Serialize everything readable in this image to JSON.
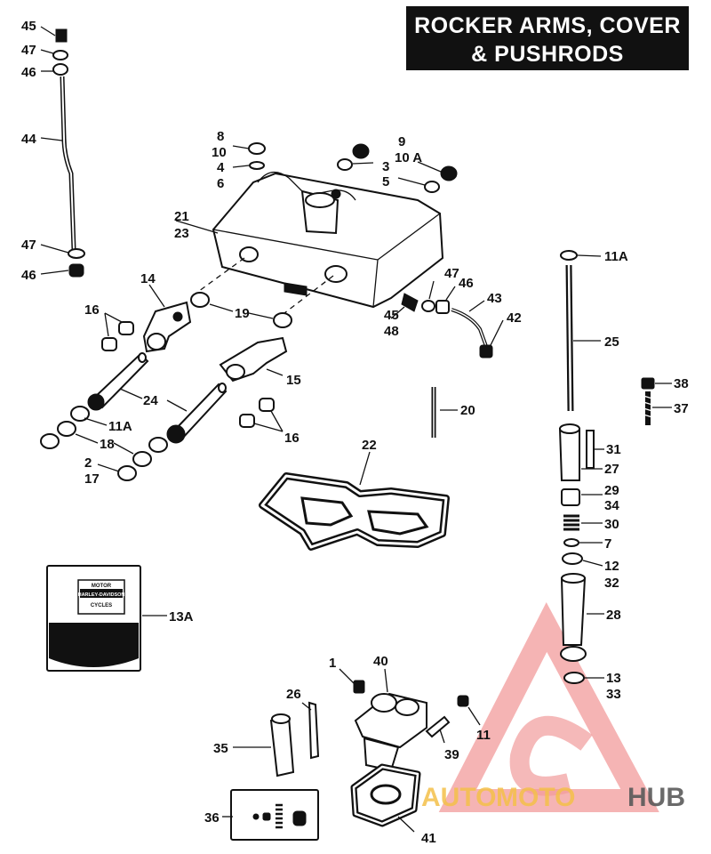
{
  "title": {
    "line1": "ROCKER ARMS, COVER",
    "line2": "& PUSHRODS"
  },
  "labels": {
    "l45a": "45",
    "l47a": "47",
    "l46a": "46",
    "l44": "44",
    "l47b": "47",
    "l46b": "46",
    "l8": "8",
    "l10a": "10",
    "l4": "4",
    "l6": "6",
    "l9": "9",
    "l10A": "10 A",
    "l3": "3",
    "l5": "5",
    "l21": "21",
    "l23": "23",
    "l11Aa": "11A",
    "l14": "14",
    "l16a": "16",
    "l19": "19",
    "l47c": "47",
    "l46c": "46",
    "l43": "43",
    "l45b": "45",
    "l48": "48",
    "l42": "42",
    "l25": "25",
    "l24": "24",
    "l15": "15",
    "l38": "38",
    "l37": "37",
    "l20": "20",
    "l11Ab": "11A",
    "l18": "18",
    "l2": "2",
    "l17": "17",
    "l16b": "16",
    "l22": "22",
    "l31": "31",
    "l27": "27",
    "l29": "29",
    "l34": "34",
    "l30": "30",
    "l7": "7",
    "l12": "12",
    "l32": "32",
    "l13A": "13A",
    "l28": "28",
    "l1": "1",
    "l40": "40",
    "l13": "13",
    "l33": "33",
    "l26": "26",
    "l11": "11",
    "l35": "35",
    "l39": "39",
    "l36": "36",
    "l41": "41"
  },
  "logo_13A": {
    "top": "MOTOR",
    "middle": "HARLEY-DAVIDSON",
    "bottom": "CYCLES"
  },
  "watermark": {
    "part1": "AUTO",
    "part2": "MOTO",
    "part3": "HUB",
    "color_red": "#e8595a",
    "color_yellow": "#f4c04a",
    "color_gray": "#5a5a5a"
  }
}
